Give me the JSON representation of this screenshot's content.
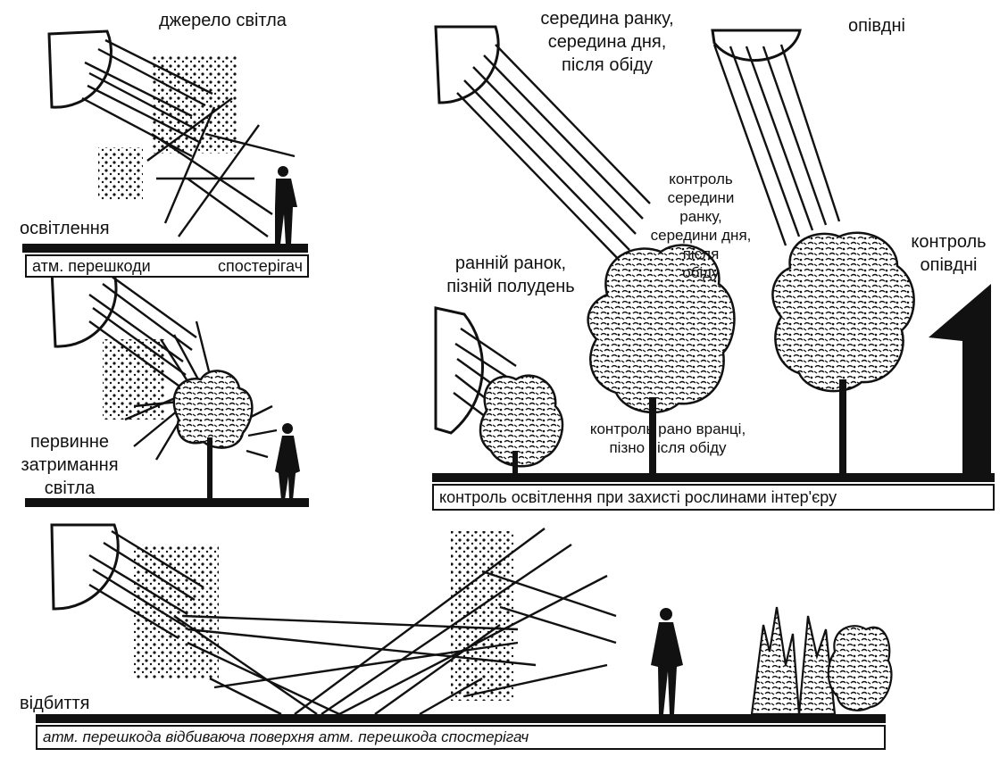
{
  "panel_top_left": {
    "source_label": "джерело світла",
    "side_label": "освітлення",
    "caption_obstacles": "атм. перешкоди",
    "caption_observer": "спостерігач"
  },
  "panel_mid_left": {
    "side_label_line1": "первинне",
    "side_label_line2": "затримання",
    "side_label_line3": "світла"
  },
  "panel_right": {
    "mid_sun_line1": "середина ранку,",
    "mid_sun_line2": "середина дня,",
    "mid_sun_line3": "після обіду",
    "afternoon_label": "опівдні",
    "control_mid_line1": "контроль",
    "control_mid_line2": "середини",
    "control_mid_line3": "ранку,",
    "control_mid_line4": "середини дня,",
    "control_mid_line5": "після",
    "control_mid_line6": "обіду",
    "control_noon_line1": "контроль",
    "control_noon_line2": "опівдні",
    "early_line1": "ранній ранок,",
    "early_line2": "пізній полудень",
    "control_early_line1": "контроль рано вранці,",
    "control_early_line2": "пізно   після обіду",
    "caption": "контроль освітлення при захисті рослинами інтер'єру"
  },
  "panel_bottom": {
    "side_label": "відбиття",
    "caption": "атм. перешкода відбиваюча поверхня  атм. перешкода   спостерігач"
  },
  "colors": {
    "ink": "#111111",
    "paper": "#ffffff"
  }
}
